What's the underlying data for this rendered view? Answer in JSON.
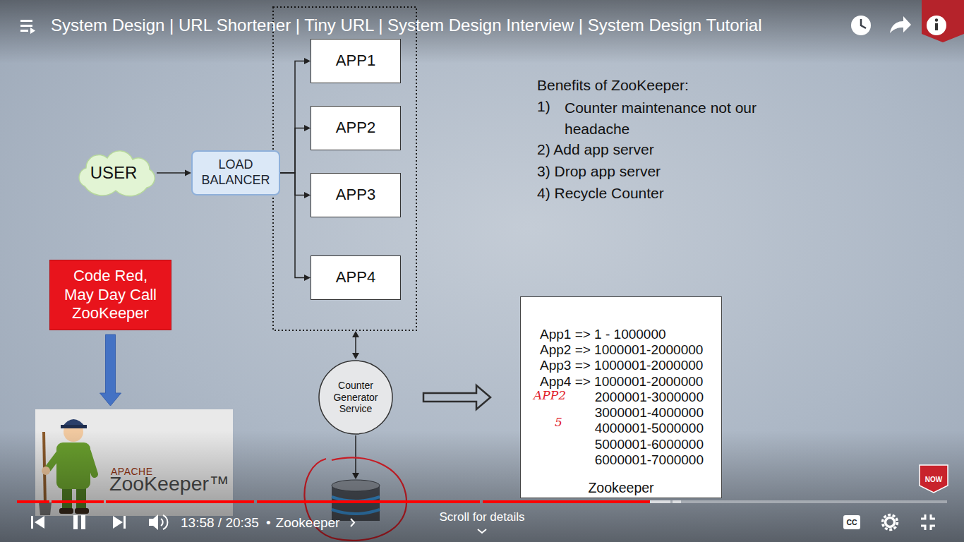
{
  "diagram": {
    "title": "System Design | URL Shortener | Tiny URL | System Design Interview | System Design Tutorial",
    "nodes": [
      {
        "text": [
          "USER"
        ]
      },
      {
        "text": [
          "LOAD BALANCER"
        ]
      },
      {
        "text": [
          "APP1"
        ]
      },
      {
        "text": [
          "APP2"
        ]
      },
      {
        "text": [
          "APP3"
        ]
      },
      {
        "text": [
          "APP4"
        ]
      },
      {
        "text": [
          "Counter Generator Service"
        ]
      },
      {
        "text": [
          "App1 => 1 - 1000000",
          "App2 => 1000001-2000000",
          "App3 => 1000001-2000000",
          "App4 => 1000001-2000000",
          "2000001-3000000",
          "3000001-4000000",
          "4000001-5000000",
          "5000001-6000000",
          "6000001-7000000",
          "Zookeeper"
        ]
      },
      {
        "text": [
          "Code Red, May Day Call ZooKeeper"
        ]
      },
      {
        "text": [
          "APACHE",
          "ZooKeeper™"
        ]
      }
    ],
    "edges": [
      {
        "from": 0,
        "to": 1,
        "arrow": "to"
      },
      {
        "from": 1,
        "to": 2,
        "arrow": "to"
      },
      {
        "from": 1,
        "to": 3,
        "arrow": "to"
      },
      {
        "from": 1,
        "to": 4,
        "arrow": "to"
      },
      {
        "from": 1,
        "to": 5,
        "arrow": "to"
      },
      {
        "from": 6,
        "to": 7,
        "arrow": "to"
      },
      {
        "from": 8,
        "to": 9,
        "arrow": "to"
      }
    ],
    "labels": [
      "Benefits of ZooKeeper:",
      "1)",
      "Counter maintenance not our headache",
      "2) Add app server",
      "3) Drop app server",
      "4) Recycle Counter",
      "APP2",
      "5",
      "13:58 / 20:35",
      "•",
      "Zookeeper",
      "Scroll for details",
      "CC",
      "NOW"
    ]
  }
}
